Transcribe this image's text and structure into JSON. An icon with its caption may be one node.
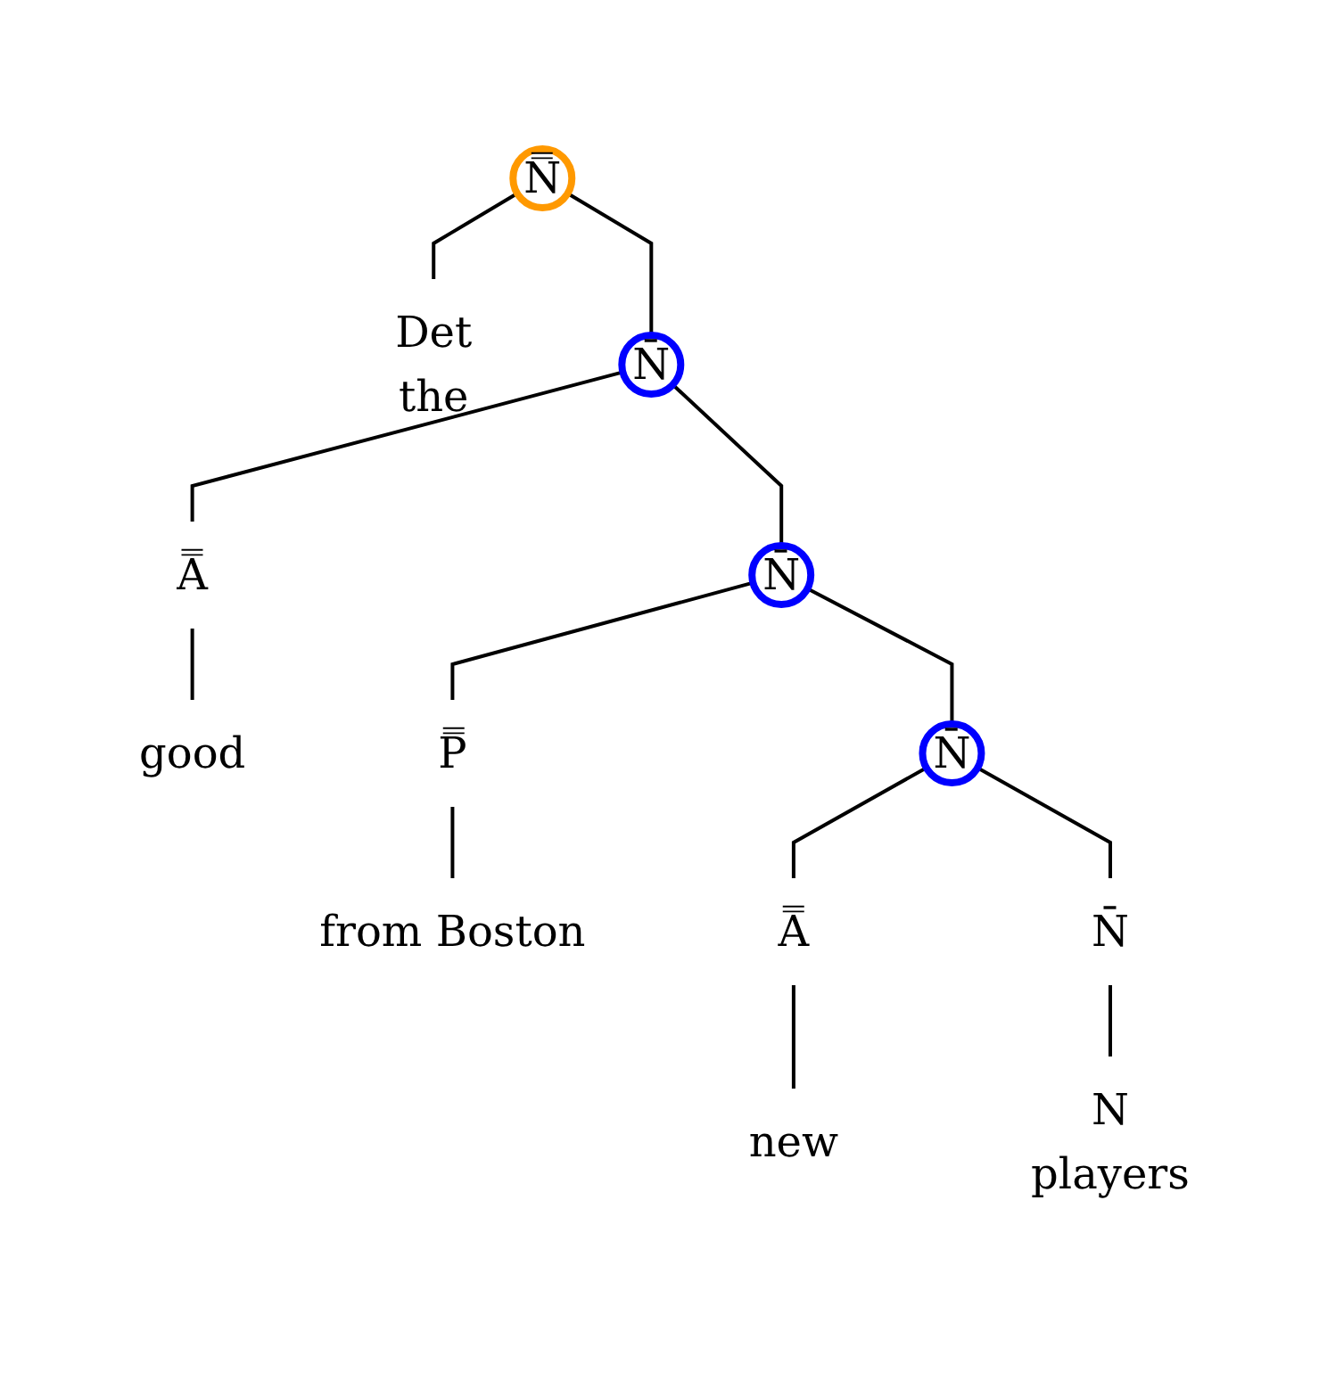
{
  "diagram": {
    "nodes": [
      {
        "text": [
          "N̿"
        ]
      },
      {
        "text": [
          "Det",
          "the"
        ]
      },
      {
        "text": [
          "N̄"
        ]
      },
      {
        "text": [
          "A̿"
        ]
      },
      {
        "text": [
          "good"
        ]
      },
      {
        "text": [
          "N̄"
        ]
      },
      {
        "text": [
          "N̄"
        ]
      },
      {
        "text": [
          "P̿"
        ]
      },
      {
        "text": [
          "from Boston"
        ]
      },
      {
        "text": [
          "A̿"
        ]
      },
      {
        "text": [
          "new"
        ]
      },
      {
        "text": [
          "N̄"
        ]
      },
      {
        "text": [
          "N",
          "players"
        ]
      }
    ],
    "edges": [
      {
        "from": 0,
        "to": 1,
        "arrow": "none"
      },
      {
        "from": 0,
        "to": 2,
        "arrow": "none"
      },
      {
        "from": 2,
        "to": 3,
        "arrow": "none"
      },
      {
        "from": 3,
        "to": 4,
        "arrow": "none"
      },
      {
        "from": 2,
        "to": 5,
        "arrow": "none"
      },
      {
        "from": 5,
        "to": 6,
        "arrow": "none"
      },
      {
        "from": 5,
        "to": 7,
        "arrow": "none"
      },
      {
        "from": 7,
        "to": 8,
        "arrow": "none"
      },
      {
        "from": 6,
        "to": 9,
        "arrow": "none"
      },
      {
        "from": 9,
        "to": 10,
        "arrow": "none"
      },
      {
        "from": 6,
        "to": 11,
        "arrow": "none"
      },
      {
        "from": 11,
        "to": 12,
        "arrow": "none"
      }
    ]
  }
}
